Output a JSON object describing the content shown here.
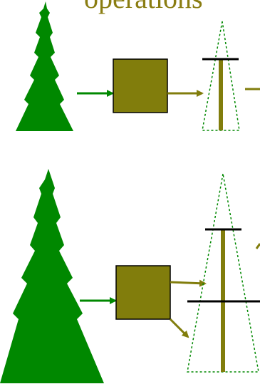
{
  "title": "operations",
  "colors": {
    "tree": "#008800",
    "box": "#817d0c",
    "box_border": "#000000",
    "arrow_green": "#008800",
    "arrow_olive": "#817d0c",
    "post": "#817d0c",
    "crossbar": "#000000",
    "outline_dotted": "#008800"
  },
  "rows": [
    {
      "name": "top-row",
      "outputs": 1,
      "cross_bars": 1
    },
    {
      "name": "bottom-row",
      "outputs": 2,
      "cross_bars": 2
    }
  ]
}
